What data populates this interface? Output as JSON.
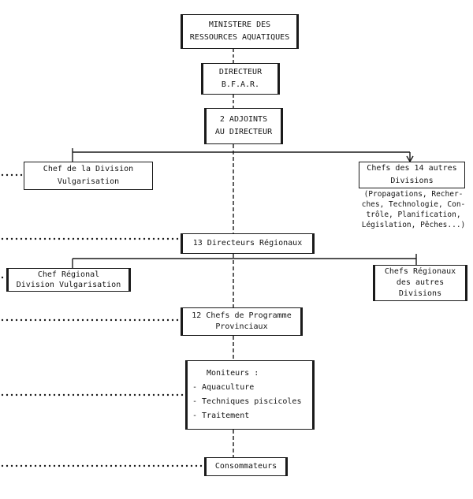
{
  "chart": {
    "ministry": [
      "MINISTERE DES",
      "RESSOURCES AQUATIQUES"
    ],
    "director": [
      "DIRECTEUR",
      "B.F.A.R."
    ],
    "deputies": [
      "2 ADJOINTS",
      "AU DIRECTEUR"
    ],
    "extension_division_chief": [
      "Chef de la Division",
      "Vulgarisation"
    ],
    "other_division_chiefs": [
      "Chefs des 14 autres",
      "Divisions"
    ],
    "other_divisions_list": [
      "(Propagations, Recher-",
      "ches, Technologie, Con-",
      "trôle, Planification,",
      "Législation, Pêches...)"
    ],
    "regional_directors": "13 Directeurs Régionaux",
    "regional_extension_chief": [
      "Chef Régional",
      "Division Vulgarisation"
    ],
    "regional_other_chiefs": [
      "Chefs Régionaux",
      "des autres",
      "Divisions"
    ],
    "provincial_chiefs": [
      "12 Chefs de Programme",
      "Provinciaux"
    ],
    "monitors": {
      "title": "Moniteurs :",
      "items": [
        "- Aquaculture",
        "- Techniques piscicoles",
        "- Traitement"
      ]
    },
    "consumers": "Consommateurs"
  }
}
